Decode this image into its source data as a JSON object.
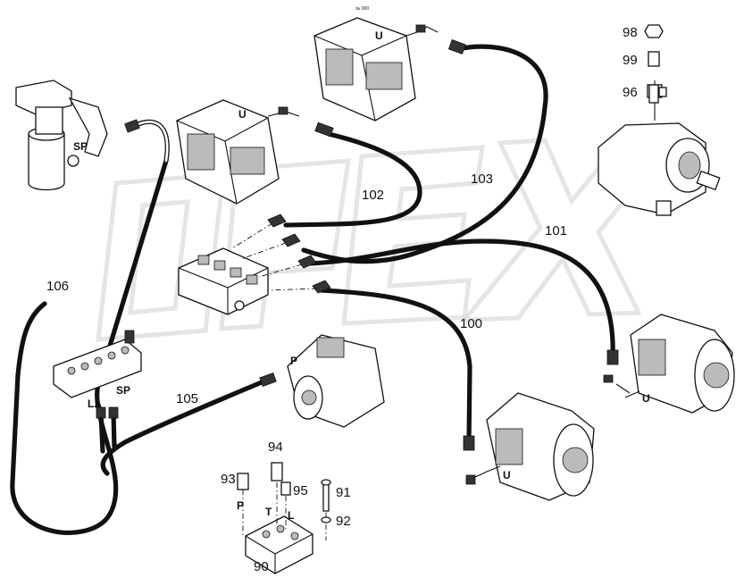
{
  "diagram": {
    "corner_mark": "№ 000",
    "part_numbers": {
      "p90": "90",
      "p91": "91",
      "p92": "92",
      "p93": "93",
      "p94": "94",
      "p95": "95",
      "p96": "96",
      "p98": "98",
      "p99": "99",
      "p100": "100",
      "p101": "101",
      "p102": "102",
      "p103": "103",
      "p105": "105",
      "p106": "106"
    },
    "ports": {
      "u_top": "U",
      "u_mid": "U",
      "u_right": "U",
      "u_bottom": "U",
      "sp_filter": "SP",
      "sp_manifold": "SP",
      "la": "LA",
      "p_pump": "P",
      "p_block": "P",
      "t_block": "T",
      "l_block": "L"
    },
    "watermark_text": "OPEX"
  }
}
